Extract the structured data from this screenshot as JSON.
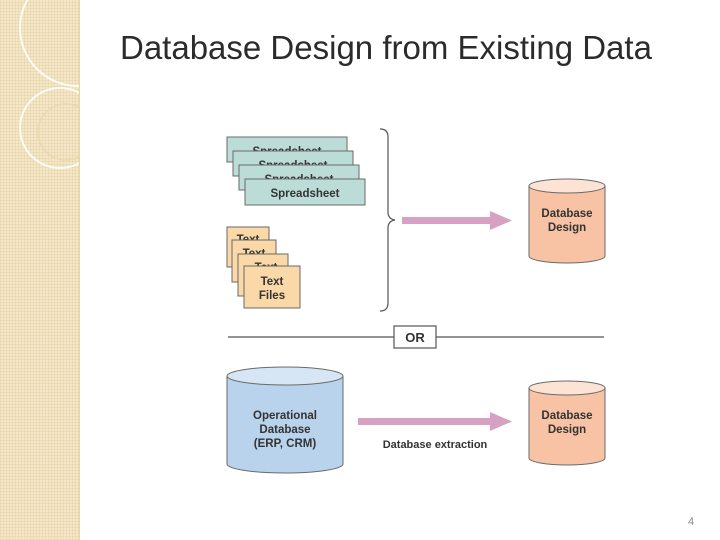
{
  "slide": {
    "title": "Database Design from Existing Data",
    "page_number": "4"
  },
  "diagram": {
    "spreadsheet_label": "Spreadsheet",
    "text_files_label_line1": "Text",
    "text_files_label_line2": "Files",
    "text_stack_label": "Text",
    "database_design_line1": "Database",
    "database_design_line2": "Design",
    "or_label": "OR",
    "operational_line1": "Operational",
    "operational_line2": "Database",
    "operational_line3": "(ERP, CRM)",
    "extraction_label": "Database extraction"
  },
  "colors": {
    "spreadsheet_fill": "#bcdcd8",
    "text_file_fill": "#fbd8a8",
    "db_design_fill": "#f8c2a4",
    "operational_db_fill": "#b9d3ec",
    "arrow": "#d6a1c2",
    "outline": "#6a6a6a"
  }
}
